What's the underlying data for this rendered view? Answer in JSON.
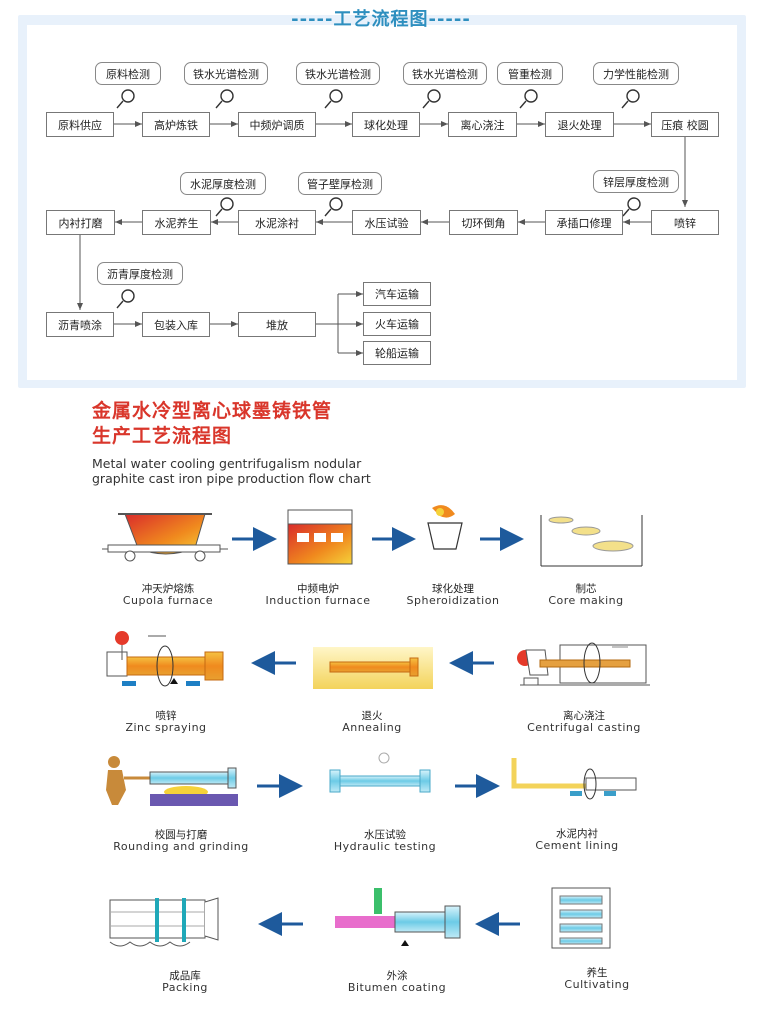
{
  "title": "-----工艺流程图-----",
  "flowchart": {
    "row1": [
      "原料供应",
      "高炉炼铁",
      "中频炉调质",
      "球化处理",
      "离心浇注",
      "退火处理",
      "压痕  校圆"
    ],
    "row1_inspections": [
      "原料检测",
      "铁水光谱检测",
      "铁水光谱检测",
      "铁水光谱检测",
      "管重检测",
      "力学性能检测"
    ],
    "row2": [
      "内衬打磨",
      "水泥养生",
      "水泥涂衬",
      "水压试验",
      "切环倒角",
      "承插口修理",
      "喷锌"
    ],
    "row2_inspections": [
      "水泥厚度检测",
      "管子壁厚检测",
      "锌层厚度检测"
    ],
    "row3": [
      "沥青喷涂",
      "包装入库",
      "堆放"
    ],
    "row3_inspection": "沥青厚度检测",
    "transport": [
      "汽车运输",
      "火车运输",
      "轮船运输"
    ]
  },
  "section2": {
    "title_line1": "金属水冷型离心球墨铸铁管",
    "title_line2": "生产工艺流程图",
    "en_line1": "Metal water cooling gentrifugalism nodular",
    "en_line2": "graphite cast iron pipe production flow chart",
    "steps": [
      {
        "cn": "冲天炉熔炼",
        "en": "Cupola furnace"
      },
      {
        "cn": "中频电炉",
        "en": "Induction furnace"
      },
      {
        "cn": "球化处理",
        "en": "Spheroidization"
      },
      {
        "cn": "制芯",
        "en": "Core making"
      },
      {
        "cn": "离心浇注",
        "en": "Centrifugal casting"
      },
      {
        "cn": "退火",
        "en": "Annealing"
      },
      {
        "cn": "喷锌",
        "en": "Zinc spraying"
      },
      {
        "cn": "校圆与打磨",
        "en": "Rounding and grinding"
      },
      {
        "cn": "水压试验",
        "en": "Hydraulic testing"
      },
      {
        "cn": "水泥内衬",
        "en": "Cement lining"
      },
      {
        "cn": "养生",
        "en": "Cultivating"
      },
      {
        "cn": "外涂",
        "en": "Bitumen coating"
      },
      {
        "cn": "成品库",
        "en": "Packing"
      }
    ]
  },
  "colors": {
    "title_blue": "#2e8fbf",
    "title_red": "#d9362b",
    "arrow_blue": "#1e5a9c",
    "frame": "#e8f1fb"
  }
}
